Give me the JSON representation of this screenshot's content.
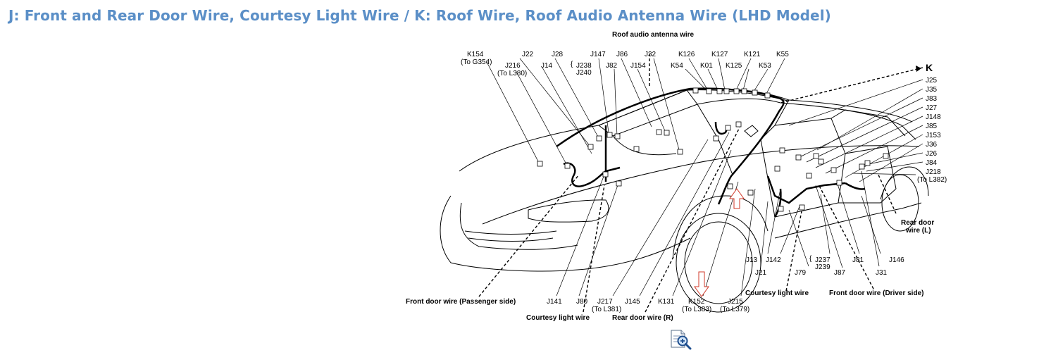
{
  "page": {
    "heading": "J: Front and Rear Door Wire, Courtesy Light Wire / K: Roof Wire, Roof Audio Antenna Wire (LHD Model)"
  },
  "diagram": {
    "group_k": "K",
    "roof_audio_antenna_wire": "Roof audio antenna wire",
    "top_row": [
      "K154",
      "(To G354)",
      "J22",
      "J28",
      "J147",
      "J86",
      "J32",
      "K126",
      "K127",
      "K121",
      "K55"
    ],
    "second_row": [
      "J216",
      "(To L380)",
      "J14",
      "J238",
      "J240",
      "J82",
      "J154",
      "K54",
      "K01",
      "K125",
      "K53"
    ],
    "right_column": [
      "J25",
      "J35",
      "J83",
      "J27",
      "J148",
      "J85",
      "J153",
      "J36",
      "J26",
      "J84",
      "J218",
      "(To L382)"
    ],
    "rear_door_wire_l_1": "Rear door",
    "rear_door_wire_l_2": "wire (L)",
    "bottom_right": [
      "J13",
      "J142",
      "J237",
      "J239",
      "J81",
      "J146",
      "J21",
      "J79",
      "J87",
      "J31"
    ],
    "courtesy_light_wire": "Courtesy light wire",
    "front_door_wire_driver": "Front door wire (Driver side)",
    "front_door_wire_passenger": "Front door wire (Passenger side)",
    "bottom_row": [
      "J141",
      "J80",
      "J217",
      "(To L381)",
      "J145",
      "K131",
      "K152",
      "(To L383)",
      "J215",
      "(To L379)"
    ],
    "rear_door_wire_r": "Rear door wire (R)",
    "zoom_icon": "magnify-plus-icon",
    "colors": {
      "heading": "#5b8fc7",
      "arrow_outline": "#d13a2a",
      "line": "#000000"
    }
  }
}
